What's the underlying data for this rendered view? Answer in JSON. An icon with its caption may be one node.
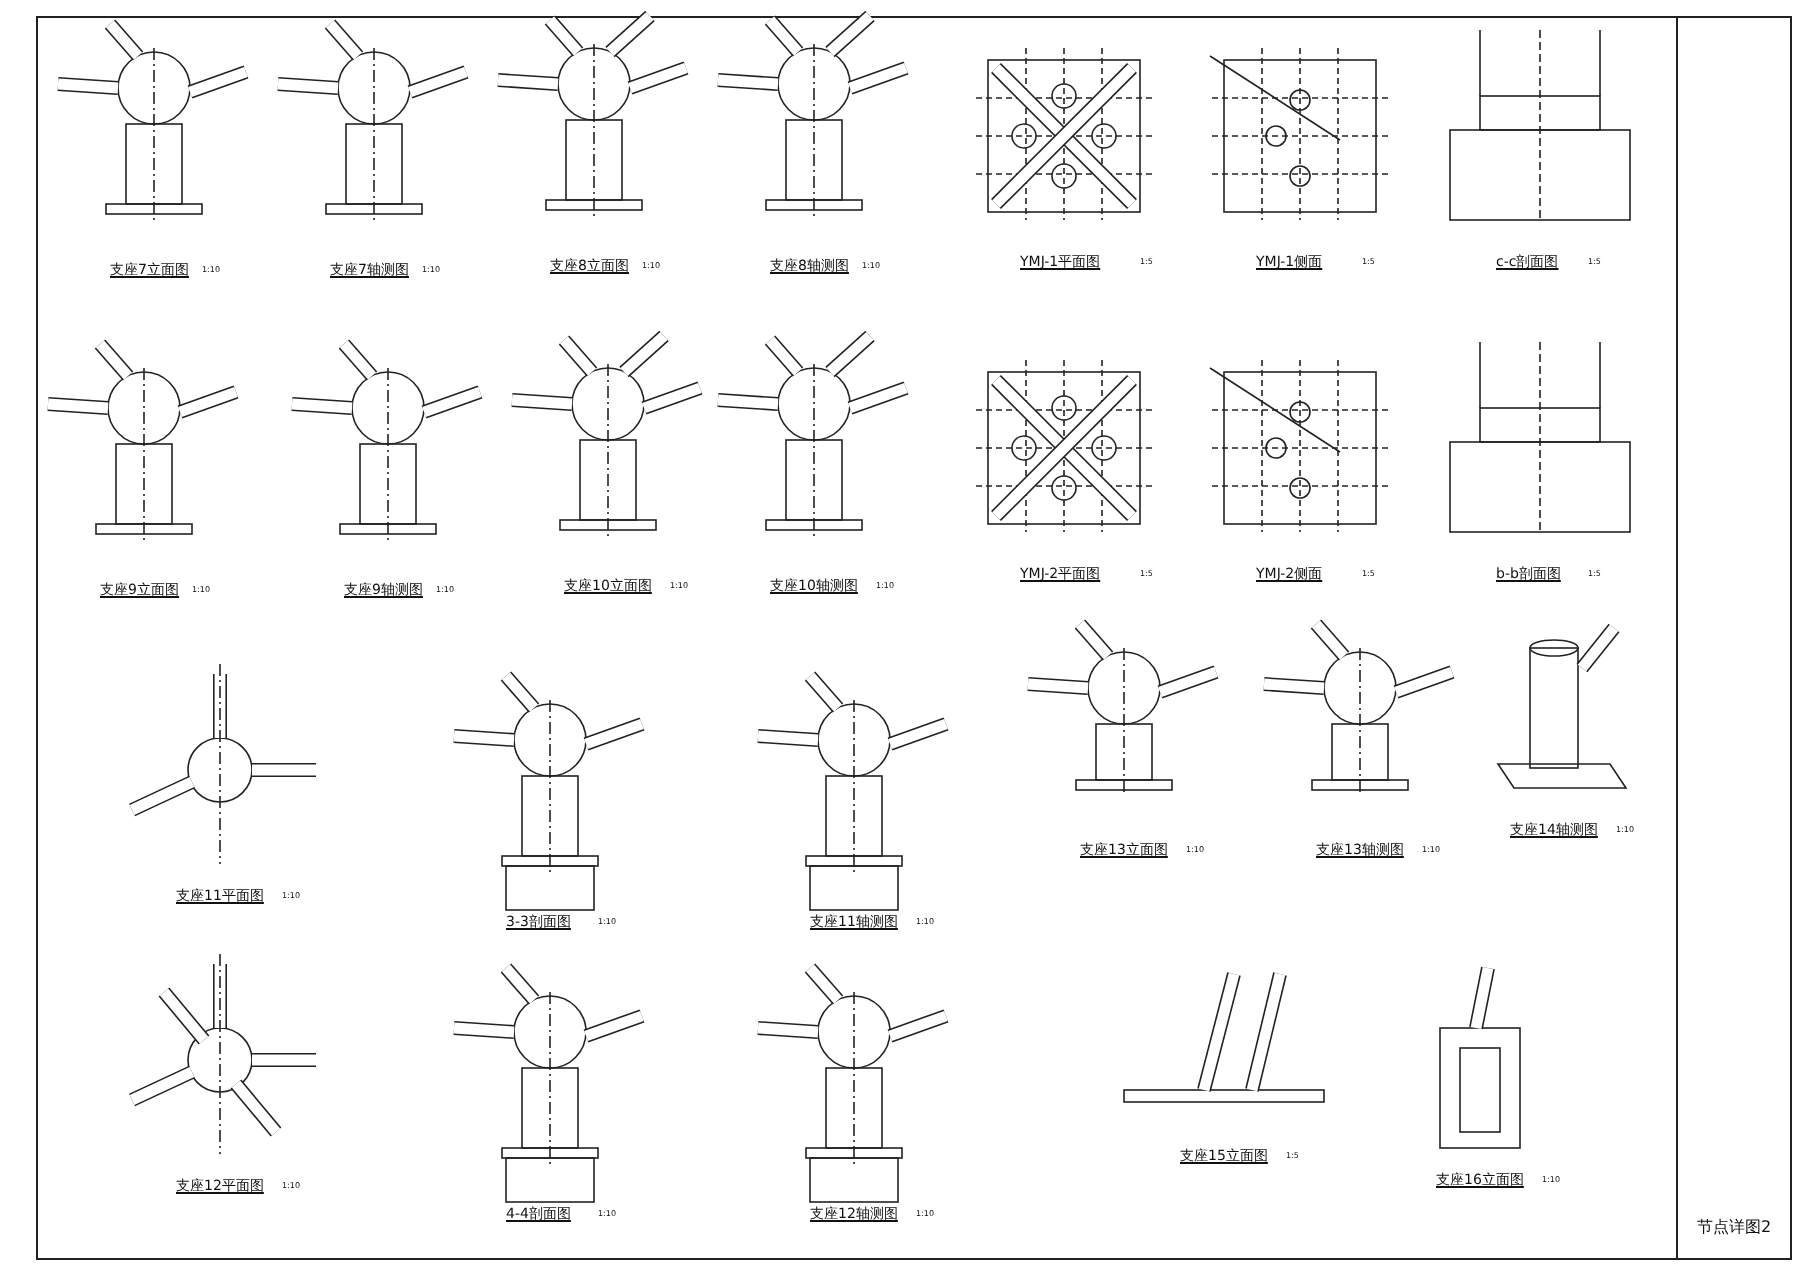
{
  "diagram": {
    "title": "节点详图2",
    "labels": [
      "支座7立面图",
      "1:10",
      "支座7轴测图",
      "1:10",
      "支座8立面图",
      "1:10",
      "支座8轴测图",
      "1:10",
      "YMJ-1平面图",
      "1:5",
      "YMJ-1侧面",
      "1:5",
      "c-c剖面图",
      "1:5",
      "支座9立面图",
      "1:10",
      "支座9轴测图",
      "1:10",
      "支座10立面图",
      "1:10",
      "支座10轴测图",
      "1:10",
      "YMJ-2平面图",
      "1:5",
      "YMJ-2侧面",
      "1:5",
      "b-b剖面图",
      "1:5",
      "支座11平面图",
      "1:10",
      "3-3剖面图",
      "1:10",
      "支座11轴测图",
      "1:10",
      "支座13立面图",
      "1:10",
      "支座13轴测图",
      "1:10",
      "支座14轴测图",
      "1:10",
      "支座12平面图",
      "1:10",
      "4-4剖面图",
      "1:10",
      "支座12轴测图",
      "1:10",
      "支座15立面图",
      "1:5",
      "支座16立面图",
      "1:10"
    ]
  }
}
